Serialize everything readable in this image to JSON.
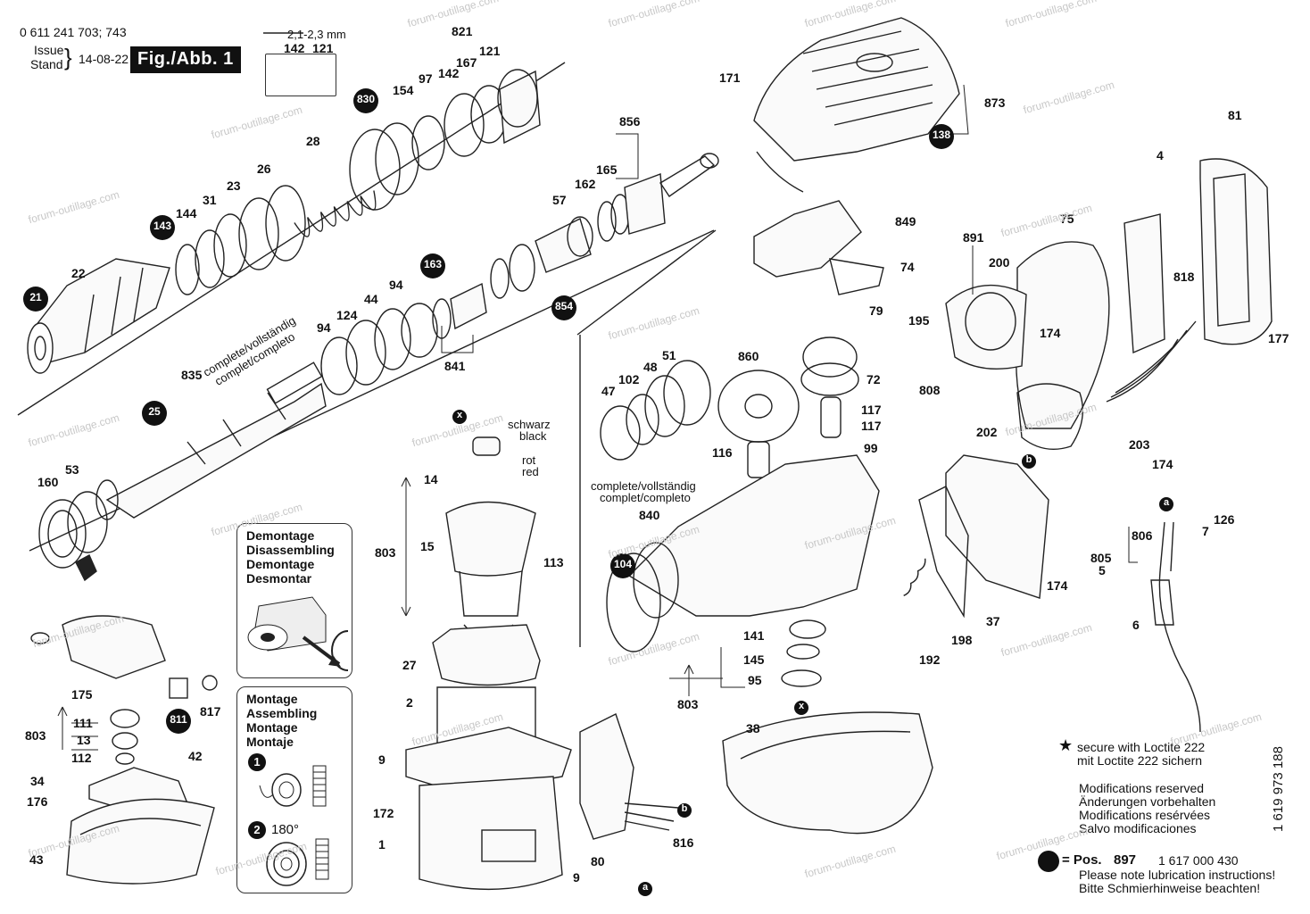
{
  "header": {
    "doc_number": "0 611 241 703; 743",
    "issue_label_1": "Issue",
    "issue_label_2": "Stand",
    "issue_date": "14-08-22",
    "figure_label": "Fig./Abb. 1"
  },
  "dimension": {
    "value": "2,1-2,3 mm"
  },
  "part_labels": [
    {
      "text": "142"
    },
    {
      "text": "121"
    },
    {
      "text": "821"
    },
    {
      "text": "167"
    },
    {
      "text": "121"
    },
    {
      "text": "97"
    },
    {
      "text": "142"
    },
    {
      "text": "154"
    },
    {
      "text": "28"
    },
    {
      "text": "26"
    },
    {
      "text": "23"
    },
    {
      "text": "31"
    },
    {
      "text": "144"
    },
    {
      "text": "22"
    },
    {
      "text": "856"
    },
    {
      "text": "165"
    },
    {
      "text": "162"
    },
    {
      "text": "57"
    },
    {
      "text": "94"
    },
    {
      "text": "44"
    },
    {
      "text": "124"
    },
    {
      "text": "94"
    },
    {
      "text": "841"
    },
    {
      "text": "835"
    },
    {
      "text": "160"
    },
    {
      "text": "53"
    },
    {
      "text": "171"
    },
    {
      "text": "873"
    },
    {
      "text": "81"
    },
    {
      "text": "4"
    },
    {
      "text": "849"
    },
    {
      "text": "74"
    },
    {
      "text": "79"
    },
    {
      "text": "891"
    },
    {
      "text": "200"
    },
    {
      "text": "75"
    },
    {
      "text": "818"
    },
    {
      "text": "195"
    },
    {
      "text": "174"
    },
    {
      "text": "177"
    },
    {
      "text": "808"
    },
    {
      "text": "860"
    },
    {
      "text": "72"
    },
    {
      "text": "51"
    },
    {
      "text": "48"
    },
    {
      "text": "102"
    },
    {
      "text": "47"
    },
    {
      "text": "117"
    },
    {
      "text": "117"
    },
    {
      "text": "99"
    },
    {
      "text": "116"
    },
    {
      "text": "202"
    },
    {
      "text": "203"
    },
    {
      "text": "174"
    },
    {
      "text": "14"
    },
    {
      "text": "15"
    },
    {
      "text": "803"
    },
    {
      "text": "113"
    },
    {
      "text": "840"
    },
    {
      "text": "27"
    },
    {
      "text": "2"
    },
    {
      "text": "9"
    },
    {
      "text": "172"
    },
    {
      "text": "1"
    },
    {
      "text": "9"
    },
    {
      "text": "80"
    },
    {
      "text": "816"
    },
    {
      "text": "141"
    },
    {
      "text": "145"
    },
    {
      "text": "95"
    },
    {
      "text": "803"
    },
    {
      "text": "38"
    },
    {
      "text": "174"
    },
    {
      "text": "37"
    },
    {
      "text": "192"
    },
    {
      "text": "198"
    },
    {
      "text": "806"
    },
    {
      "text": "7"
    },
    {
      "text": "126"
    },
    {
      "text": "805"
    },
    {
      "text": "5"
    },
    {
      "text": "6"
    },
    {
      "text": "175"
    },
    {
      "text": "111"
    },
    {
      "text": "803"
    },
    {
      "text": "13"
    },
    {
      "text": "112"
    },
    {
      "text": "34"
    },
    {
      "text": "176"
    },
    {
      "text": "43"
    },
    {
      "text": "817"
    },
    {
      "text": "42"
    }
  ],
  "circle_labels": [
    {
      "text": "830"
    },
    {
      "text": "143"
    },
    {
      "text": "21"
    },
    {
      "text": "163"
    },
    {
      "text": "854"
    },
    {
      "text": "25"
    },
    {
      "text": "138"
    },
    {
      "text": "104"
    },
    {
      "text": "811"
    },
    {
      "text": "x"
    },
    {
      "text": "x"
    },
    {
      "text": "b"
    },
    {
      "text": "b"
    },
    {
      "text": "a"
    },
    {
      "text": "a"
    }
  ],
  "wire_labels": {
    "black_de": "schwarz",
    "black_en": "black",
    "red_de": "rot",
    "red_en": "red"
  },
  "complete_labels": {
    "left_line1": "complete/vollständig",
    "left_line2": "complet/completo",
    "right_line1": "complete/vollständig",
    "right_line2": "complet/completo"
  },
  "disassembly_box": {
    "lines": [
      "Demontage",
      "Disassembling",
      "Demontage",
      "Desmontar"
    ]
  },
  "assembly_box": {
    "lines": [
      "Montage",
      "Assembling",
      "Montage",
      "Montaje"
    ],
    "step1": "1",
    "step2": "2",
    "angle": "180°"
  },
  "notes": {
    "loctite_en": "secure with Loctite 222",
    "loctite_de": "mit Loctite 222 sichern",
    "mod": [
      "Modifications reserved",
      "Änderungen vorbehalten",
      "Modifications resérvées",
      "Salvo modificaciones"
    ],
    "pos_label": "= Pos.",
    "pos_number": "897",
    "pos_part": "1 617 000 430",
    "lube_en": "Please note lubrication instructions!",
    "lube_de": "Bitte Schmierhinweise beachten!"
  },
  "side_number": "1 619 973 188",
  "watermark": "forum-outillage.com"
}
